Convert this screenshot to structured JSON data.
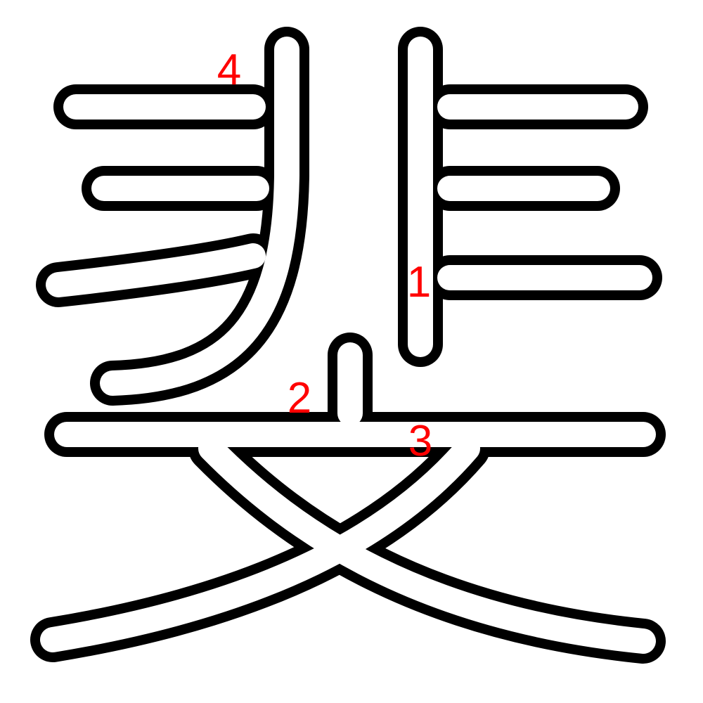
{
  "stroke_labels": [
    {
      "id": "label-1",
      "text": "1"
    },
    {
      "id": "label-2",
      "text": "2"
    },
    {
      "id": "label-3",
      "text": "3"
    },
    {
      "id": "label-4",
      "text": "4"
    }
  ],
  "colors": {
    "outline": "#000000",
    "fill": "#ffffff",
    "label": "#ff0000",
    "background": "#ffffff"
  }
}
